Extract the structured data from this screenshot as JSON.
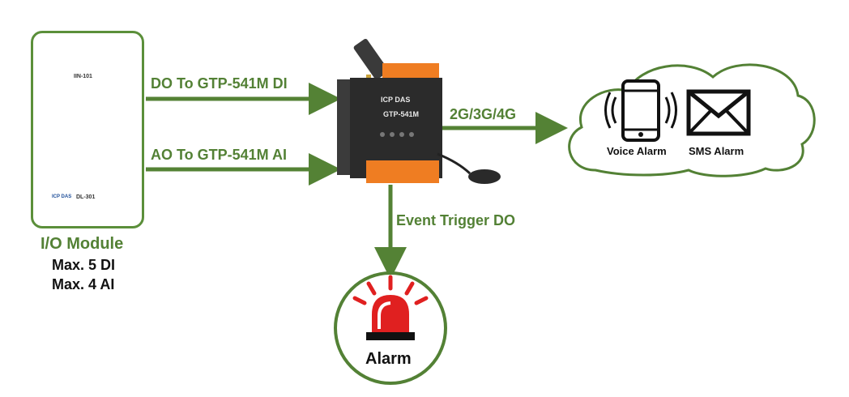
{
  "io_module": {
    "title": "I/O Module",
    "line1": "Max. 5 DI",
    "line2": "Max. 4 AI",
    "dio_device_label": "IIN-101",
    "aio_device_label": "DL-301",
    "aio_brand": "ICP DAS"
  },
  "links": {
    "do_to_di": "DO To GTP-541M DI",
    "ao_to_ai": "AO To GTP-541M AI",
    "network": "2G/3G/4G",
    "event_trigger": "Event Trigger DO"
  },
  "controller": {
    "brand": "ICP DAS",
    "model": "GTP-541M"
  },
  "cloud": {
    "voice_alarm": "Voice Alarm",
    "sms_alarm": "SMS Alarm"
  },
  "alarm": {
    "label": "Alarm"
  },
  "colors": {
    "accent_green": "#538135",
    "arrow_green": "#548235",
    "siren_red": "#e02020",
    "controller_dark": "#2b2b2b",
    "terminal_orange": "#ef7d22"
  }
}
